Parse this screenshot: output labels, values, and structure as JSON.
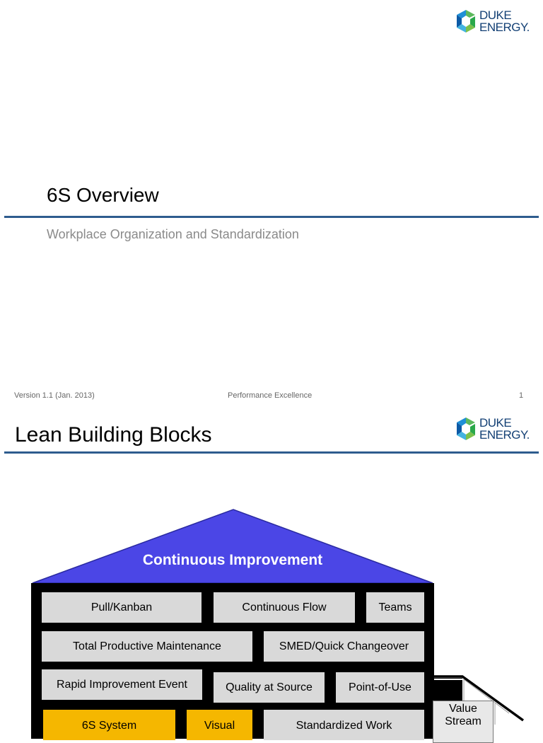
{
  "slide1": {
    "logo": {
      "line1": "DUKE",
      "line2": "ENERGY."
    },
    "title": "6S Overview",
    "subtitle": "Workplace Organization and Standardization",
    "footer": {
      "version": "Version 1.1 (Jan. 2013)",
      "center": "Performance Excellence",
      "page_number": "1"
    }
  },
  "slide2": {
    "logo": {
      "line1": "DUKE",
      "line2": "ENERGY."
    },
    "title": "Lean Building Blocks",
    "colors": {
      "roof": "#4b46e6",
      "frame": "#000000",
      "block": "#d9d9d9",
      "highlight": "#f5b700",
      "rule": "#2e5c8e",
      "logo_text": "#123f74"
    },
    "diagram": {
      "roof_label": "Continuous Improvement",
      "row1": [
        "Pull/Kanban",
        "Continuous Flow",
        "Teams"
      ],
      "row2": [
        "Total Productive Maintenance",
        "SMED/Quick Changeover"
      ],
      "row3": [
        "Rapid Improvement Event",
        "Quality at Source",
        "Point-of-Use"
      ],
      "row4": [
        "6S System",
        "Visual",
        "Standardized Work"
      ],
      "side_box": {
        "line1": "Value",
        "line2": "Stream"
      }
    }
  }
}
